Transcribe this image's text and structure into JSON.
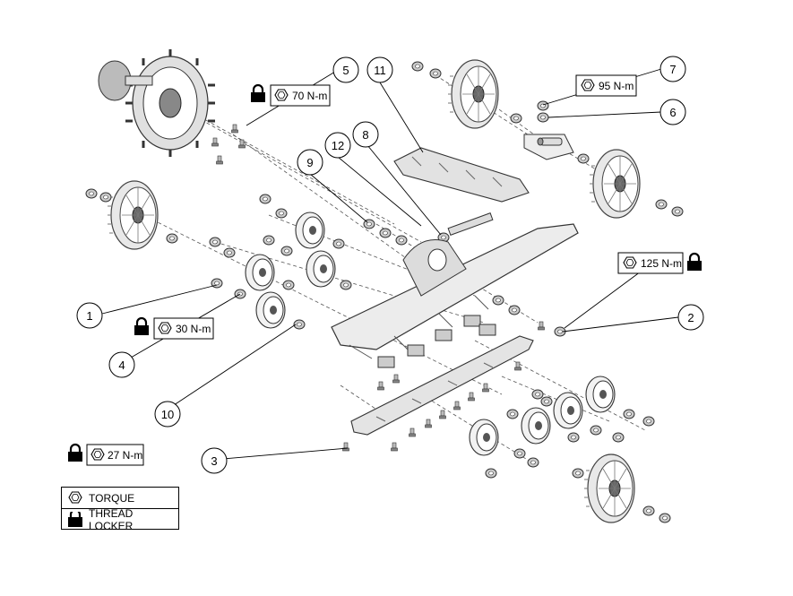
{
  "callouts": [
    "1",
    "2",
    "3",
    "4",
    "5",
    "6",
    "7",
    "8",
    "9",
    "10",
    "11",
    "12"
  ],
  "torque_labels": {
    "t5": "70 N-m",
    "t7": "95 N-m",
    "t2": "125 N-m",
    "t4": "30 N-m",
    "t3": "27 N-m"
  },
  "legend": {
    "torque": "TORQUE",
    "thread_locker": "THREAD LOCKER"
  },
  "colors": {
    "line": "#000000",
    "part_fill": "#e6e6e6",
    "part_dark": "#9a9a9a"
  }
}
